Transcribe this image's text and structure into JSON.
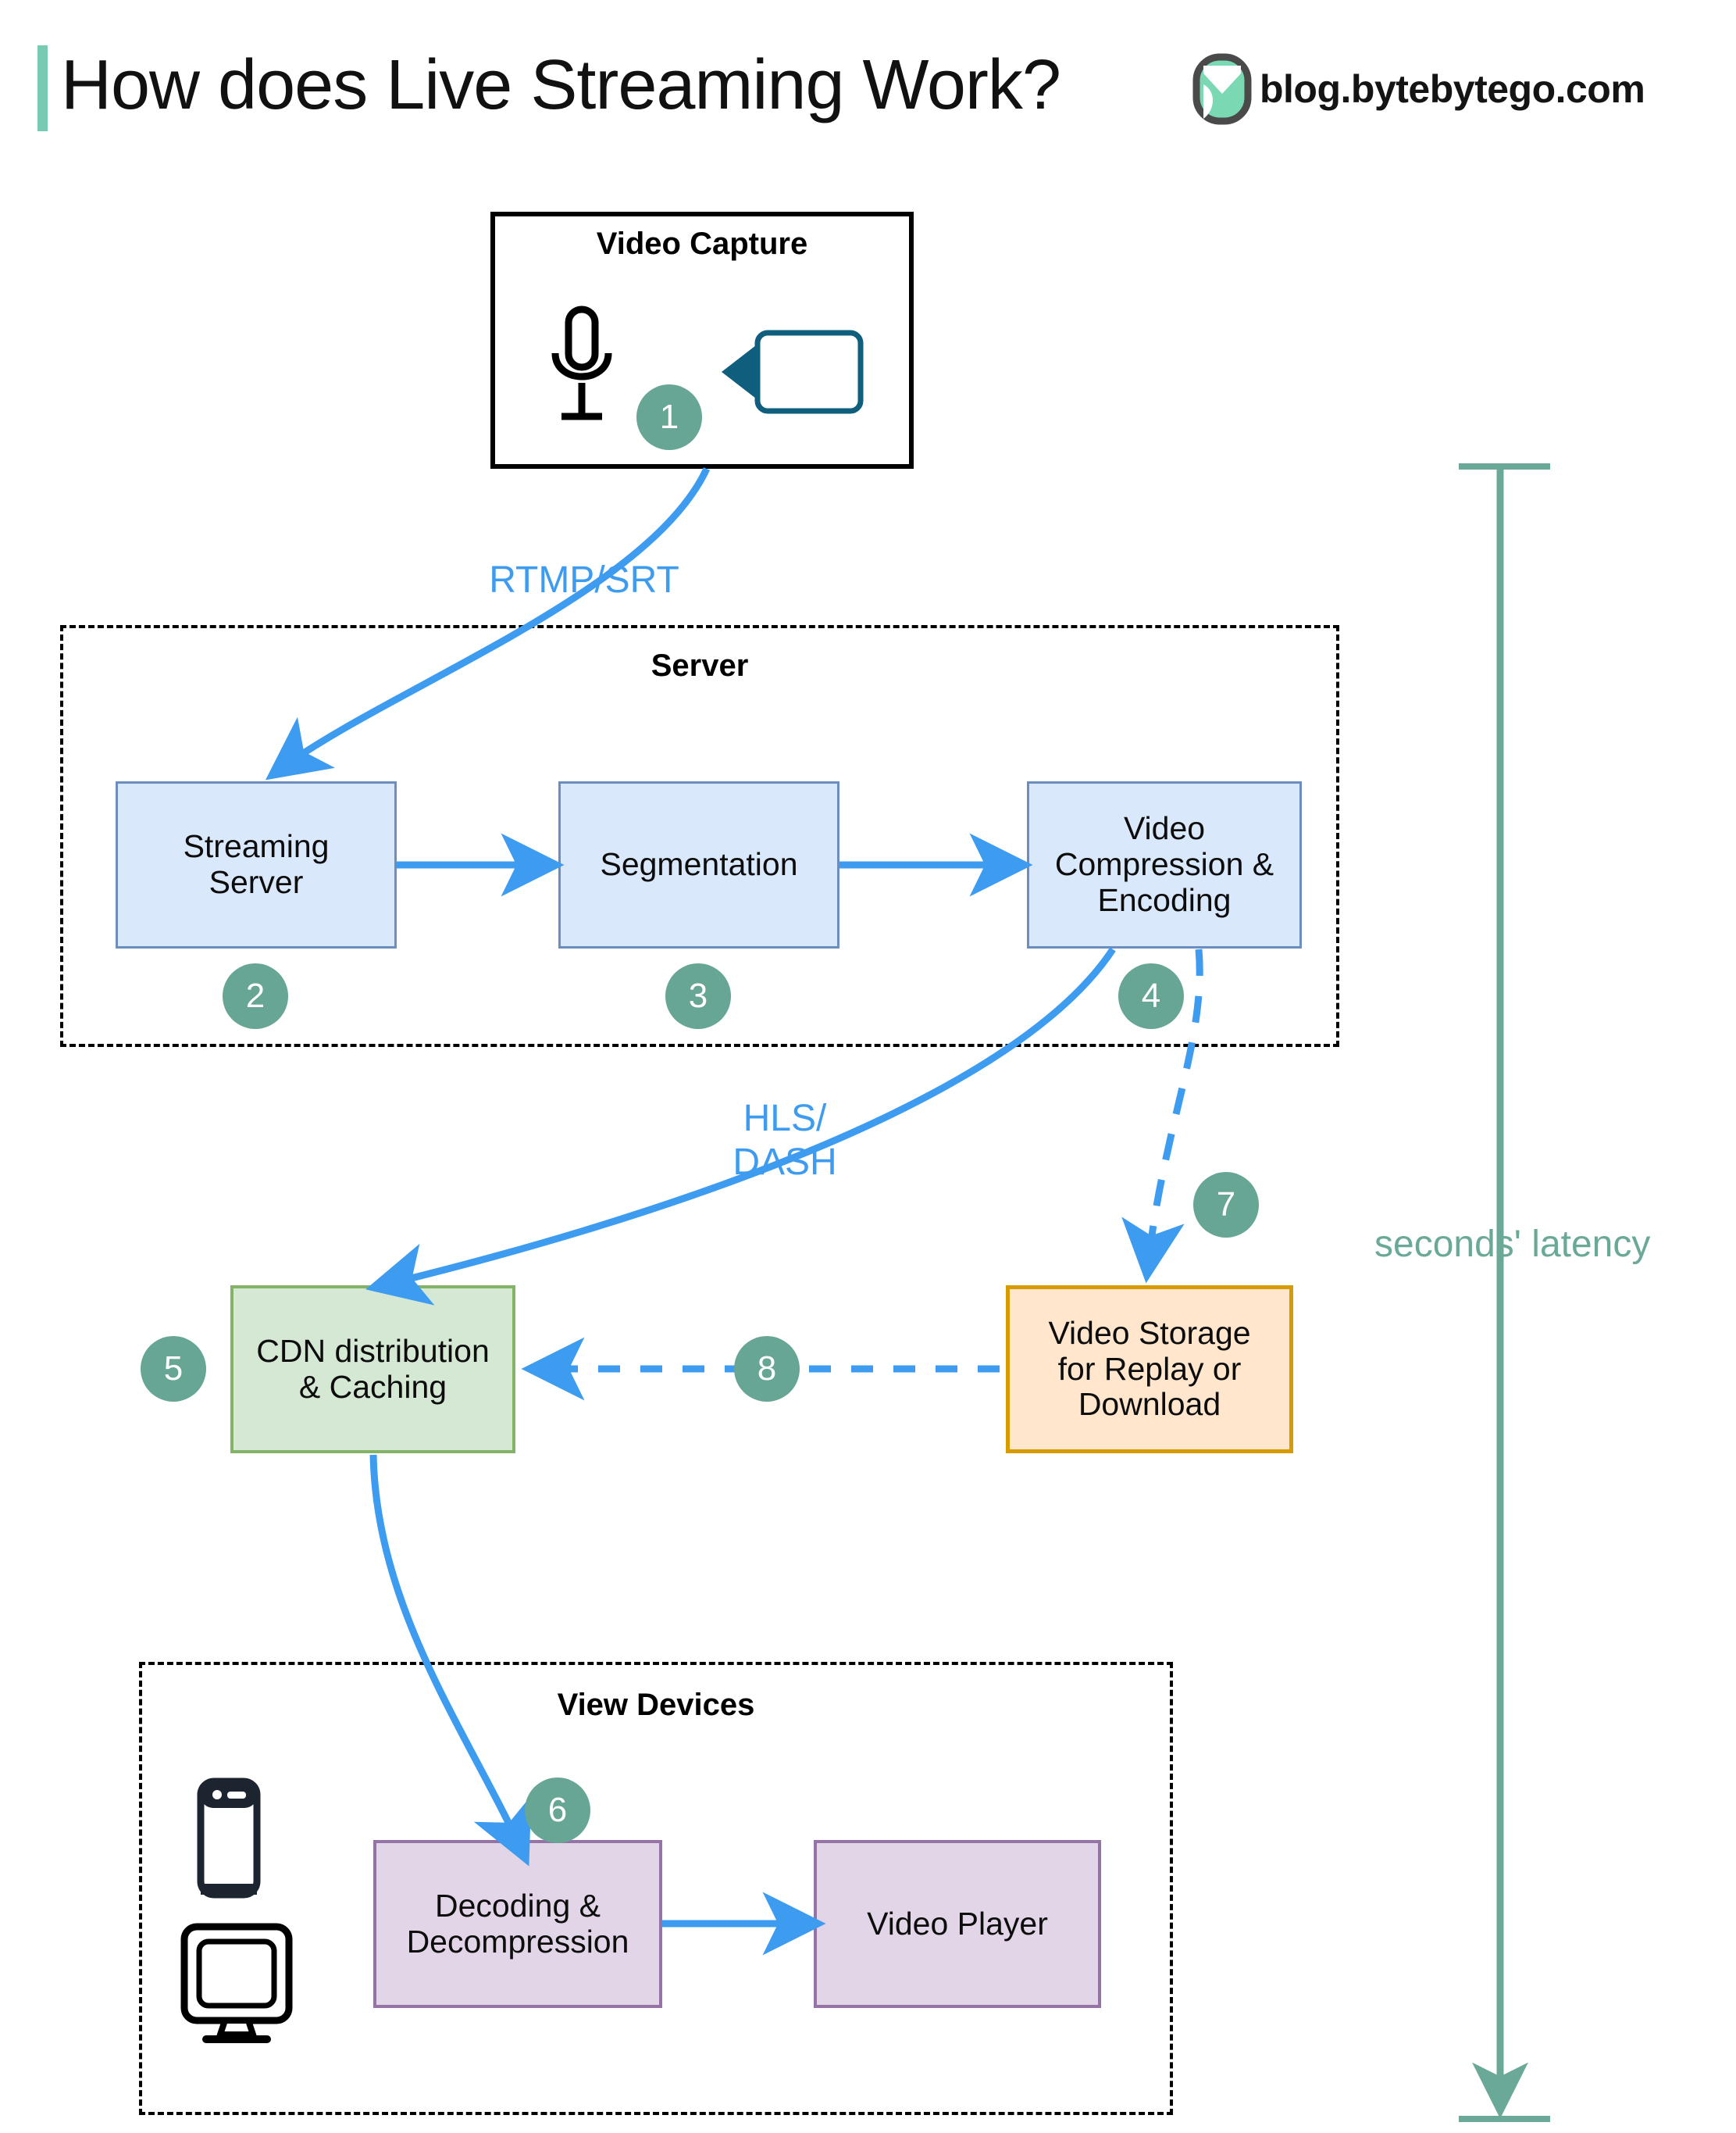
{
  "header": {
    "title": "How does Live Streaming Work?",
    "brand_text": "blog.bytebytego.com",
    "logo_icon": "bytebytego-owl-logo",
    "accent_bar_color": "#77cbb2"
  },
  "colors": {
    "badge": "#67a595",
    "arrow_blue": "#3d9bf0",
    "node_blue_fill": "#dae8fc",
    "node_blue_stroke": "#6c8ebf",
    "node_green_fill": "#d5e8d4",
    "node_green_stroke": "#82b366",
    "node_orange_fill": "#ffe6cc",
    "node_orange_stroke": "#d79b00",
    "node_purple_fill": "#e1d5e7",
    "node_purple_stroke": "#9673a6",
    "latency_teal": "#6aa898"
  },
  "containers": {
    "video_capture": {
      "label": "Video Capture",
      "style": "solid"
    },
    "server": {
      "label": "Server",
      "style": "dashed"
    },
    "view_devices": {
      "label": "View Devices",
      "style": "dashed"
    }
  },
  "icons": {
    "microphone": "microphone-icon",
    "video_camera": "video-camera-icon",
    "smartphone": "smartphone-icon",
    "desktop_monitor": "desktop-monitor-icon"
  },
  "nodes": [
    {
      "id": "streaming-server",
      "label": "Streaming\nServer",
      "color": "blue"
    },
    {
      "id": "segmentation",
      "label": "Segmentation",
      "color": "blue"
    },
    {
      "id": "video-compression",
      "label": "Video\nCompression &\nEncoding",
      "color": "blue"
    },
    {
      "id": "cdn-distribution",
      "label": "CDN distribution\n& Caching",
      "color": "green"
    },
    {
      "id": "video-storage",
      "label": "Video Storage\nfor Replay or\nDownload",
      "color": "orange"
    },
    {
      "id": "decoding",
      "label": "Decoding &\nDecompression",
      "color": "purple"
    },
    {
      "id": "video-player",
      "label": "Video Player",
      "color": "purple"
    }
  ],
  "badges": [
    {
      "id": "badge-1",
      "number": "1"
    },
    {
      "id": "badge-2",
      "number": "2"
    },
    {
      "id": "badge-3",
      "number": "3"
    },
    {
      "id": "badge-4",
      "number": "4"
    },
    {
      "id": "badge-5",
      "number": "5"
    },
    {
      "id": "badge-6",
      "number": "6"
    },
    {
      "id": "badge-7",
      "number": "7"
    },
    {
      "id": "badge-8",
      "number": "8"
    }
  ],
  "edge_labels": {
    "rtmp_srt": "RTMP/SRT",
    "hls_dash": "HLS/\nDASH"
  },
  "latency": {
    "label": "seconds' latency"
  }
}
